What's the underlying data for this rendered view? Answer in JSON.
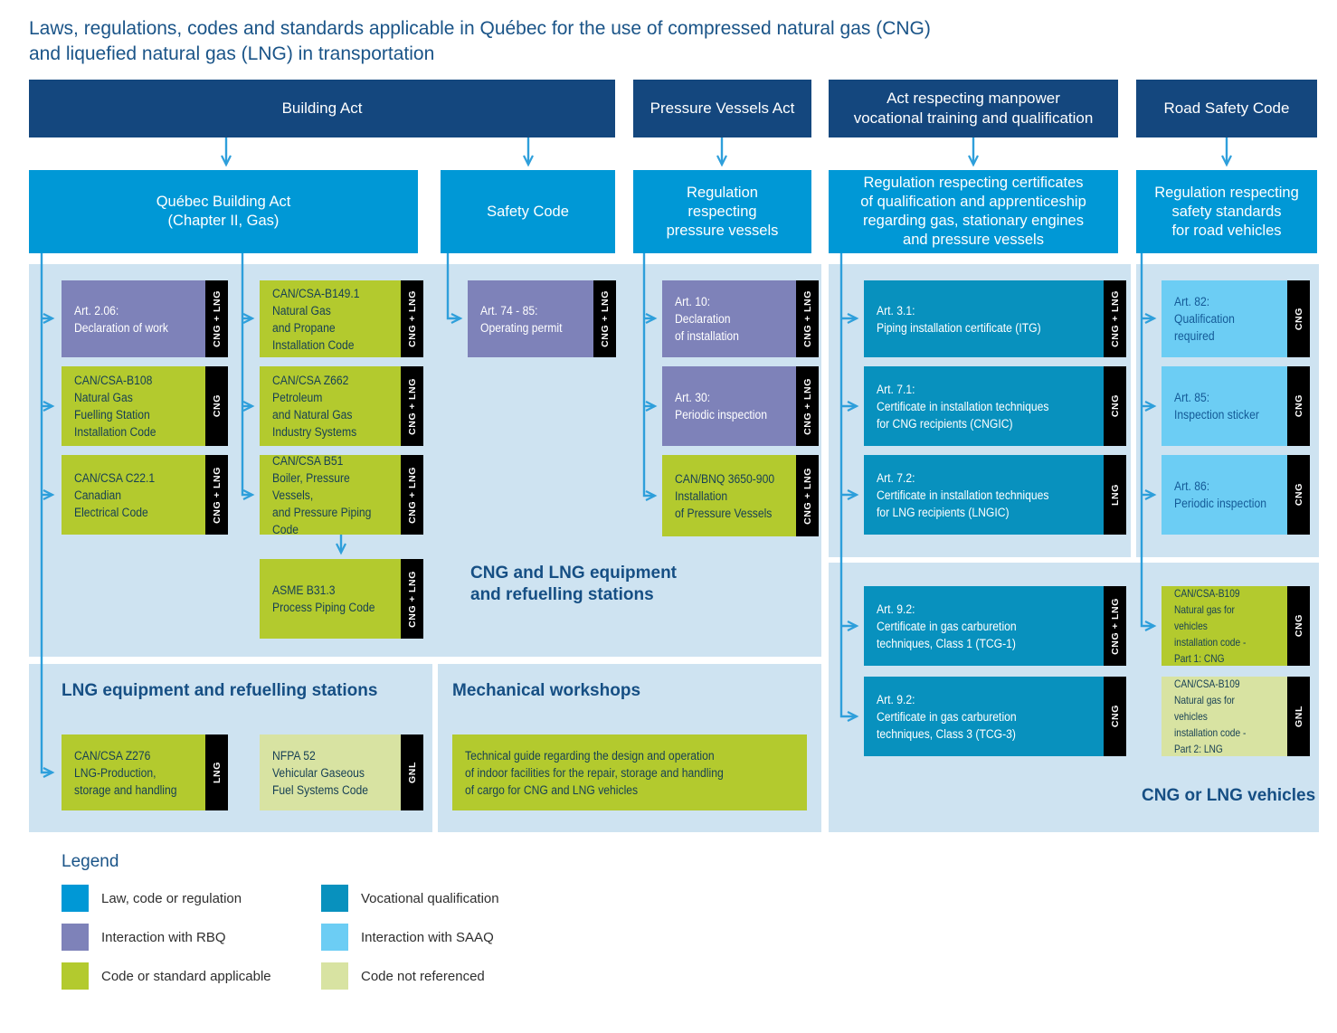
{
  "title": "Laws, regulations, codes and standards applicable in Québec for the use of compressed natural gas (CNG)\nand liquefied natural gas (LNG) in transportation",
  "palette": {
    "act_header": "#14477E",
    "law_code_regulation": "#0098D6",
    "vocational_qualification": "#0891BE",
    "interaction_rbq": "#7E82B9",
    "interaction_saaq": "#6CCDF4",
    "code_standard_applicable": "#B3CA2E",
    "code_not_referenced": "#D8E3A2",
    "panel_background": "#CEE3F1",
    "arrow": "#2E9FDB",
    "tag_background": "#000000"
  },
  "acts": {
    "building": "Building Act",
    "pressure": "Pressure Vessels Act",
    "manpower": "Act respecting manpower\nvocational training and qualification",
    "road": "Road Safety Code"
  },
  "regulations": {
    "qba": "Québec Building Act\n(Chapter II, Gas)",
    "safety_code": "Safety Code",
    "pressure": "Regulation\nrespecting\npressure vessels",
    "certificates": "Regulation respecting certificates\nof qualification and apprenticeship\nregarding gas, stationary engines\nand pressure vessels",
    "road": "Regulation respecting\nsafety standards\nfor road vehicles"
  },
  "sections": {
    "cng_lng_equipment": "CNG and LNG equipment\nand refuelling stations",
    "lng_equipment": "LNG equipment and refuelling stations",
    "mechanical_workshops": "Mechanical workshops",
    "cng_lng_vehicles": "CNG or LNG vehicles",
    "legend": "Legend"
  },
  "boxes": {
    "art206": {
      "text": "Art. 2.06:\nDeclaration of work",
      "tag": "CNG + LNG"
    },
    "b1491": {
      "text": "CAN/CSA-B149.1\nNatural Gas\nand Propane\nInstallation Code",
      "tag": "CNG + LNG"
    },
    "b108": {
      "text": "CAN/CSA-B108\nNatural Gas\nFuelling Station\nInstallation Code",
      "tag": "CNG"
    },
    "z662": {
      "text": "CAN/CSA Z662\nPetroleum\nand Natural Gas\nIndustry Systems",
      "tag": "CNG + LNG"
    },
    "c221": {
      "text": "CAN/CSA C22.1\nCanadian\nElectrical Code",
      "tag": "CNG + LNG"
    },
    "b51": {
      "text": "CAN/CSA B51\nBoiler, Pressure Vessels,\nand Pressure Piping\nCode",
      "tag": "CNG + LNG"
    },
    "asme": {
      "text": "ASME B31.3\nProcess Piping Code",
      "tag": "CNG + LNG"
    },
    "permit": {
      "text": "Art. 74 - 85:\nOperating permit",
      "tag": "CNG + LNG"
    },
    "art10": {
      "text": "Art. 10:\nDeclaration\nof installation",
      "tag": "CNG + LNG"
    },
    "art30": {
      "text": "Art. 30:\nPeriodic inspection",
      "tag": "CNG + LNG"
    },
    "bnq": {
      "text": "CAN/BNQ 3650-900\nInstallation\nof Pressure Vessels",
      "tag": "CNG + LNG"
    },
    "art31": {
      "text": "Art. 3.1:\nPiping installation certificate (ITG)",
      "tag": "CNG + LNG"
    },
    "art71": {
      "text": "Art. 7.1:\nCertificate in installation techniques\nfor CNG recipients (CNGIC)",
      "tag": "CNG"
    },
    "art72": {
      "text": "Art. 7.2:\nCertificate in installation techniques\nfor LNG recipients (LNGIC)",
      "tag": "LNG"
    },
    "art92a": {
      "text": "Art. 9.2:\nCertificate in gas carburetion\ntechniques, Class 1 (TCG-1)",
      "tag": "CNG + LNG"
    },
    "art92b": {
      "text": "Art. 9.2:\nCertificate in gas carburetion\ntechniques, Class 3 (TCG-3)",
      "tag": "CNG"
    },
    "art82": {
      "text": "Art. 82:\nQualification\nrequired",
      "tag": "CNG"
    },
    "art85": {
      "text": "Art. 85:\nInspection sticker",
      "tag": "CNG"
    },
    "art86": {
      "text": "Art. 86:\nPeriodic inspection",
      "tag": "CNG"
    },
    "b109a": {
      "text": "CAN/CSA-B109\nNatural gas for vehicles\ninstallation code -\nPart 1: CNG",
      "tag": "CNG"
    },
    "b109b": {
      "text": "CAN/CSA-B109\nNatural gas for vehicles\ninstallation code -\nPart 2: LNG",
      "tag": "GNL"
    },
    "z276": {
      "text": "CAN/CSA Z276\nLNG-Production,\nstorage and handling",
      "tag": "LNG"
    },
    "nfpa52": {
      "text": "NFPA 52\nVehicular Gaseous\nFuel Systems Code",
      "tag": "GNL"
    },
    "guide": {
      "text": "Technical guide regarding the design and operation\nof indoor facilities for the repair, storage and handling\nof cargo for CNG and LNG vehicles",
      "tag": ""
    }
  },
  "legend": {
    "items": [
      {
        "label": "Law, code or regulation",
        "color": "#0098D6"
      },
      {
        "label": "Interaction with RBQ",
        "color": "#7E82B9"
      },
      {
        "label": "Code or standard applicable",
        "color": "#B3CA2E"
      },
      {
        "label": "Vocational qualification",
        "color": "#0891BE"
      },
      {
        "label": "Interaction with SAAQ",
        "color": "#6CCDF4"
      },
      {
        "label": "Code not referenced",
        "color": "#D8E3A2"
      }
    ]
  }
}
